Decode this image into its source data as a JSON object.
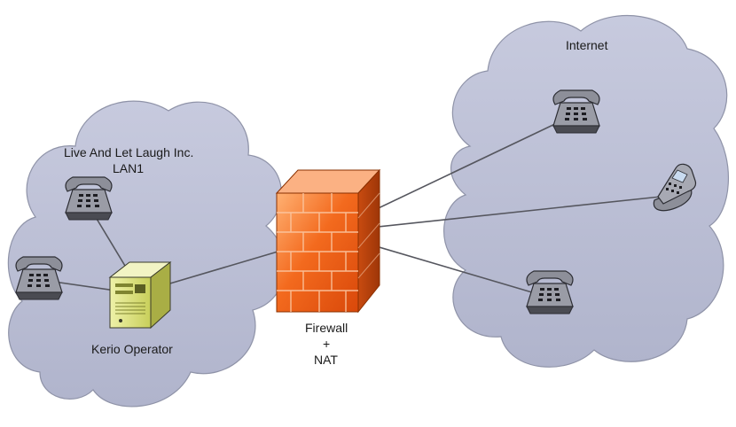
{
  "lan": {
    "title": "Live And Let Laugh Inc.",
    "subtitle": "LAN1"
  },
  "server": {
    "label": "Kerio Operator"
  },
  "firewall": {
    "line1": "Firewall",
    "line2": "+",
    "line3": "NAT"
  },
  "internet": {
    "label": "Internet"
  },
  "colors": {
    "cloud_fill": "#b9bdd4",
    "cloud_stroke": "#8f93a8",
    "link": "#55565e",
    "firewall": "#f36a1e",
    "server": "#d9e07a"
  },
  "icons": [
    "phone-icon",
    "cellphone-icon",
    "server-icon",
    "firewall-icon",
    "cloud-shape"
  ]
}
